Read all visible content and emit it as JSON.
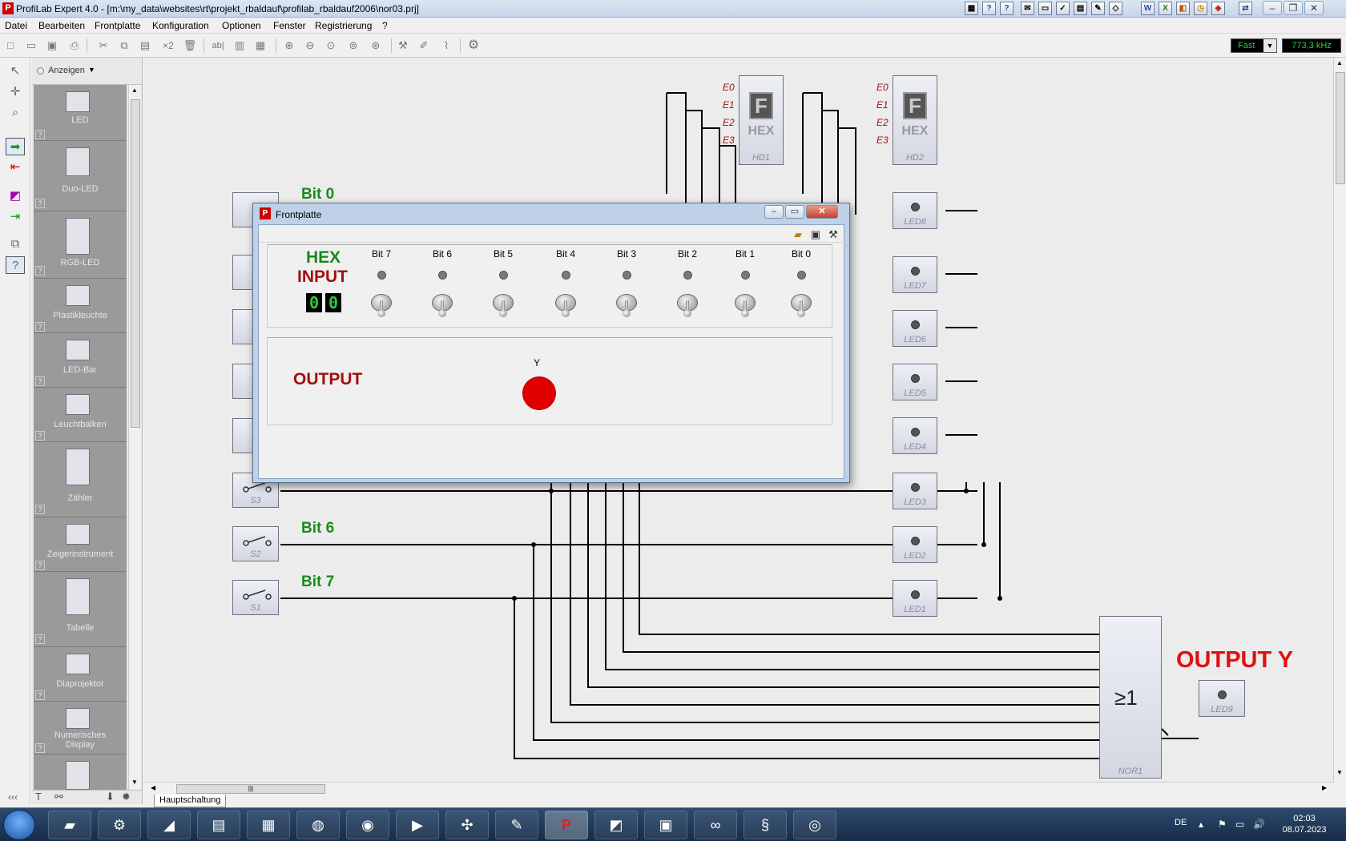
{
  "window": {
    "title": "ProfiLab Expert 4.0 - [m:\\my_data\\websites\\rt\\projekt_rbaldauf\\profilab_rbaldauf2006\\nor03.prj]"
  },
  "menu": [
    "Datei",
    "Bearbeiten",
    "Frontplatte",
    "Konfiguration",
    "Optionen",
    "Fenster",
    "Registrierung",
    "?"
  ],
  "toolbar": {
    "x2_label": "×2",
    "ab_label": "ab|",
    "speed_value": "Fast",
    "frequency": "773,3 kHz"
  },
  "palette": {
    "view_mode": "Anzeigen",
    "items": [
      "LED",
      "Duo-LED",
      "RGB-LED",
      "Plastikleuchte",
      "LED-Bar",
      "Leuchtbalken",
      "Zähler",
      "Zeigerinstrument",
      "Tabelle",
      "Diaprojektor",
      "Numerisches Display"
    ],
    "help_mark": "?",
    "collapse": "‹‹‹"
  },
  "schematic": {
    "bit_labels": [
      "Bit 0",
      "Bit 6",
      "Bit 7"
    ],
    "switches": [
      "S3",
      "S2",
      "S1"
    ],
    "leds": [
      "LED8",
      "LED7",
      "LED6",
      "LED5",
      "LED4",
      "LED3",
      "LED2",
      "LED1",
      "LED9"
    ],
    "hex_pins": [
      "E0",
      "E1",
      "E2",
      "E3"
    ],
    "hex_displays": [
      {
        "digit": "F",
        "text": "HEX",
        "name": "HD1"
      },
      {
        "digit": "F",
        "text": "HEX",
        "name": "HD2"
      }
    ],
    "nor_gate": {
      "symbol": "≥1",
      "name": "NOR1"
    },
    "output_label": "OUTPUT Y"
  },
  "frontplatte": {
    "title": "Frontplatte",
    "hex_title_line1": "HEX",
    "hex_title_line2": "INPUT",
    "hex_digits": [
      "0",
      "0"
    ],
    "bits": [
      "Bit 7",
      "Bit 6",
      "Bit 5",
      "Bit 4",
      "Bit 3",
      "Bit 2",
      "Bit 1",
      "Bit 0"
    ],
    "output_title": "OUTPUT",
    "output_led_label": "Y",
    "output_led_color": "#e00000"
  },
  "sheet_tab": "Hauptschaltung",
  "taskbar": {
    "language": "DE",
    "time": "02:03",
    "date": "08.07.2023"
  }
}
